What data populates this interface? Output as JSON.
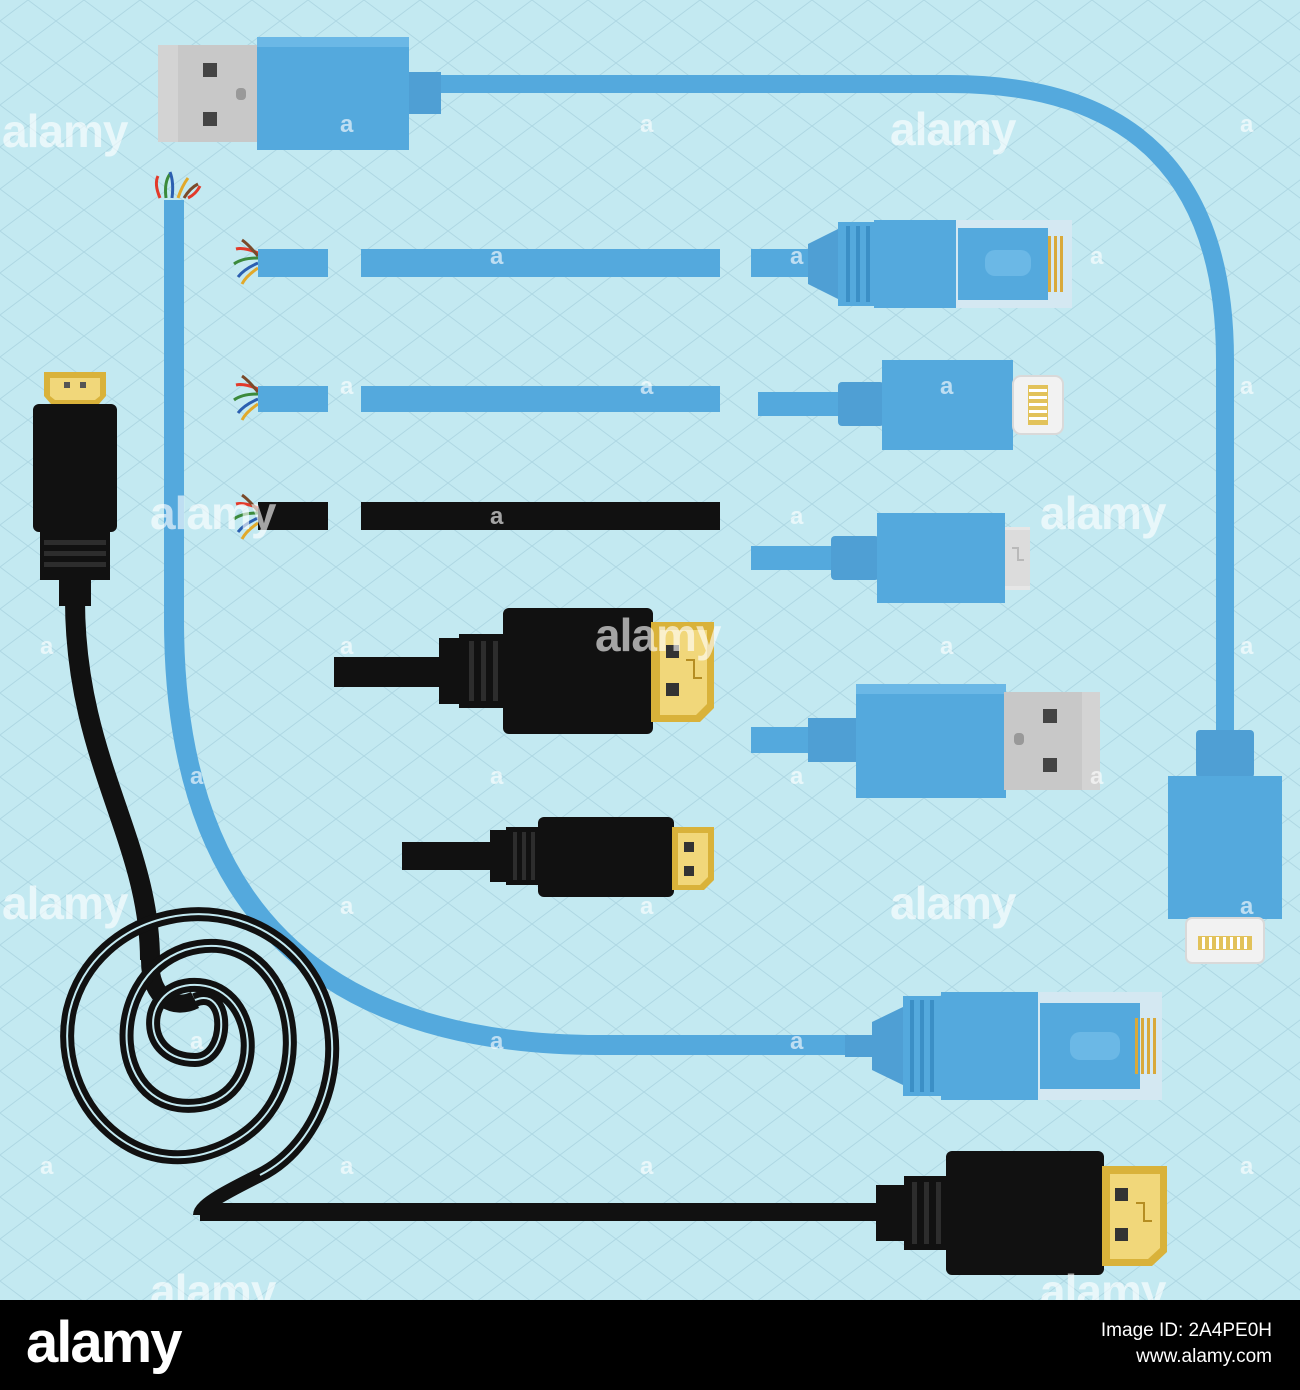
{
  "watermark": {
    "text": "alamy",
    "short": "a"
  },
  "footer": {
    "logo": "alamy",
    "image_id_line": "Image ID: 2A4PE0H",
    "site": "www.alamy.com"
  },
  "colors": {
    "background": "#c3e9f1",
    "blue_cable": "#54a9dd",
    "blue_dark": "#3b8fc6",
    "black_cable": "#111111",
    "gold": "#d9b23a",
    "gold_light": "#f1d77a",
    "usb_metal": "#d3d3d3",
    "footer": "#000000"
  },
  "objects": [
    {
      "name": "usb-a-blue-cable-top",
      "icon": "usb-a-plug-icon"
    },
    {
      "name": "rj45-blue-cable-right",
      "icon": "ethernet-plug-icon"
    },
    {
      "name": "lightning-blue-plug",
      "icon": "lightning-plug-icon"
    },
    {
      "name": "micro-usb-blue-plug",
      "icon": "micro-usb-plug-icon"
    },
    {
      "name": "hdmi-black-plug-large",
      "icon": "hdmi-plug-icon"
    },
    {
      "name": "usb-a-blue-plug",
      "icon": "usb-a-plug-icon"
    },
    {
      "name": "mini-hdmi-black-plug",
      "icon": "mini-hdmi-plug-icon"
    },
    {
      "name": "lightning-blue-cable-vertical",
      "icon": "lightning-plug-icon"
    },
    {
      "name": "rj45-blue-plug-bottom",
      "icon": "ethernet-plug-icon"
    },
    {
      "name": "hdmi-black-coiled-cable",
      "icon": "hdmi-plug-icon"
    },
    {
      "name": "stripped-wire-segments",
      "icon": "stripped-wire-icon"
    }
  ]
}
